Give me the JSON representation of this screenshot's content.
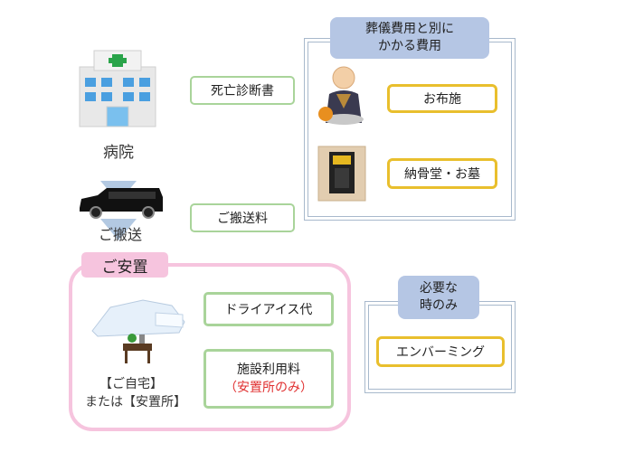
{
  "flow": {
    "hospital": "病院",
    "transport": "ご搬送",
    "placement": "ご安置",
    "location_line1": "【ご自宅】",
    "location_line2": "または【安置所】"
  },
  "costs": {
    "death_certificate": "死亡診断書",
    "transport_fee": "ご搬送料",
    "dry_ice": "ドライアイス代",
    "facility_fee": "施設利用料",
    "facility_note": "（安置所のみ）"
  },
  "separate": {
    "header_line1": "葬儀費用と別に",
    "header_line2": "かかる費用",
    "offering": "お布施",
    "ossuary": "納骨堂・お墓"
  },
  "optional": {
    "header_line1": "必要な",
    "header_line2": "時のみ",
    "embalming": "エンバーミング"
  },
  "colors": {
    "green_border": "#a9d49a",
    "yellow_border": "#e9bf2d",
    "pink_border": "#f6c4de",
    "navy_header": "#b5c6e4",
    "note_red": "#e03030"
  }
}
